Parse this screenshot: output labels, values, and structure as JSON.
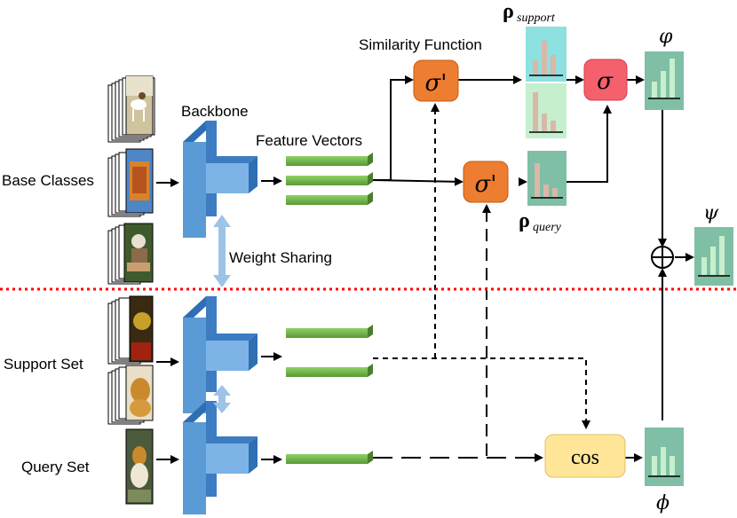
{
  "labels": {
    "base_classes": "Base Classes",
    "support_set": "Support Set",
    "query_set": "Query Set",
    "backbone": "Backbone",
    "feature_vectors": "Feature Vectors",
    "weight_sharing": "Weight Sharing",
    "similarity_function": "Similarity Function"
  },
  "symbols": {
    "rho": "ρ",
    "support_sub": "support",
    "query_sub": "query",
    "sigma_prime": "σ'",
    "sigma": "σ",
    "varphi": "φ",
    "psi": "ψ",
    "phi": "ϕ",
    "cos": "cos",
    "oplus": "⊕"
  },
  "colors": {
    "backbone": "#5b9bd5",
    "backbone_dark": "#2e6fb4",
    "feature_bar": "#70ad47",
    "sigma_prime_box": "#ed7d31",
    "sigma_box": "#f4606c",
    "cos_box": "#ffe699",
    "hist_bg": "#7fbfa5",
    "support_hist_top": "#8fe0e0",
    "support_hist_bottom": "#c6efce",
    "divider": "#ff0000",
    "weight_arrow": "#9dc3e6"
  }
}
